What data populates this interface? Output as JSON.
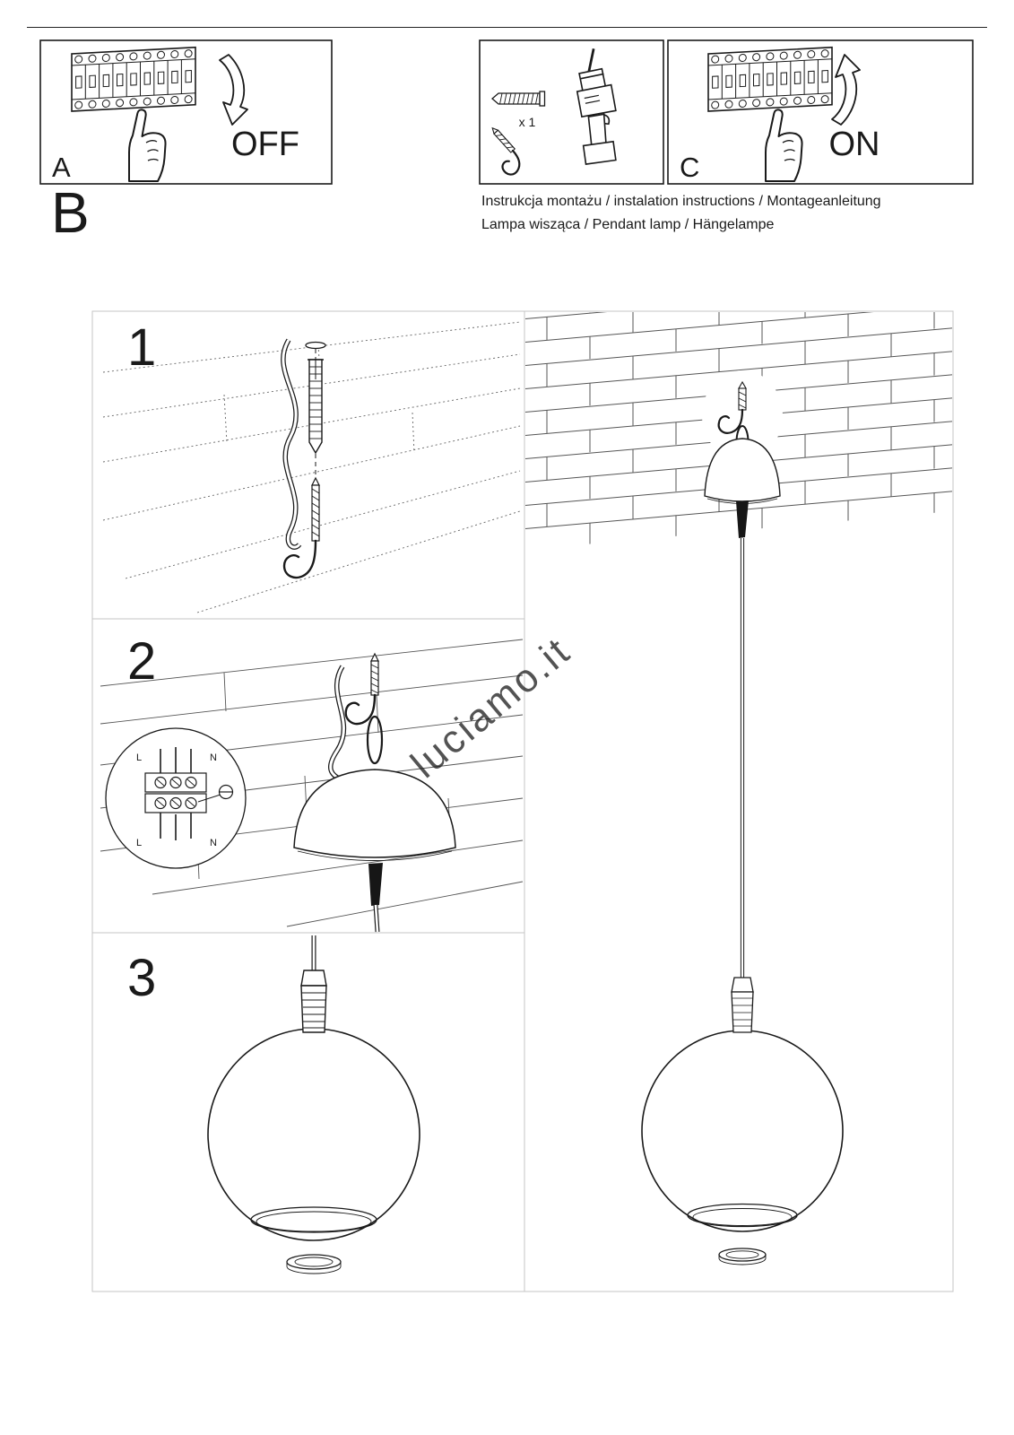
{
  "document": {
    "watermark": "luciamo.it",
    "colors": {
      "ink": "#1a1a1a",
      "frame": "#c4c4c4",
      "watermark": "#9a9a9a"
    }
  },
  "top_row": {
    "panel_a": {
      "label": "A",
      "switch_state": "OFF"
    },
    "tools_box": {
      "dowel_quantity": "x 1"
    },
    "panel_c": {
      "label": "C",
      "switch_state": "ON"
    }
  },
  "header": {
    "section_label": "B",
    "title_line1": "Instrukcja montażu / instalation instructions / Montageanleitung",
    "title_line2": "Lampa wisząca / Pendant lamp / Hängelampe"
  },
  "steps": {
    "step1": "1",
    "step2": "2",
    "step3": "3"
  },
  "wiring_inset": {
    "live_top": "L",
    "neutral_top": "N",
    "live_bottom": "L",
    "neutral_bottom": "N"
  }
}
